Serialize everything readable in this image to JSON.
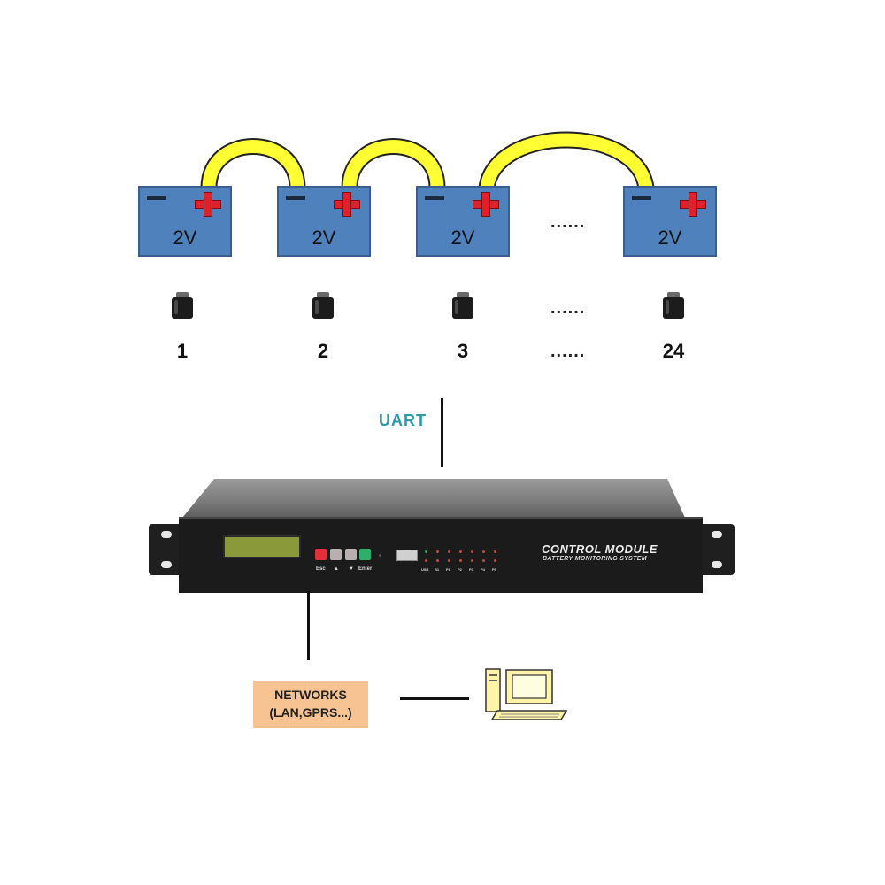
{
  "batteries": [
    {
      "label": "2V"
    },
    {
      "label": "2V"
    },
    {
      "label": "2V"
    },
    {
      "label": "2V"
    }
  ],
  "battery_ellipsis": "......",
  "sensors": [
    {
      "number": "1"
    },
    {
      "number": "2"
    },
    {
      "number": "3"
    },
    {
      "number": "24"
    }
  ],
  "sensor_ellipsis": "......",
  "number_ellipsis": "......",
  "uart_label": "UART",
  "control_module": {
    "title": "CONTROL MODULE",
    "subtitle": "BATTERY MONITORING SYSTEM",
    "buttons": [
      {
        "label": "Esc",
        "color": "#e0303a"
      },
      {
        "label": "▲",
        "color": "#b8b0b0"
      },
      {
        "label": "▼",
        "color": "#b8b0b0"
      },
      {
        "label": "Enter",
        "color": "#2fb06a"
      }
    ],
    "led_labels": [
      "USB",
      "B1",
      "P1",
      "P2",
      "P3",
      "P4",
      "P5"
    ]
  },
  "network_box": {
    "line1": "NETWORKS",
    "line2": "(LAN,GPRS...)"
  },
  "colors": {
    "battery": "#4f81bd",
    "cable": "#ffff33",
    "uart": "#2a9aa8",
    "network_box": "#f8c392"
  },
  "icons": [
    "battery-icon",
    "sensor-module-icon",
    "computer-icon"
  ]
}
